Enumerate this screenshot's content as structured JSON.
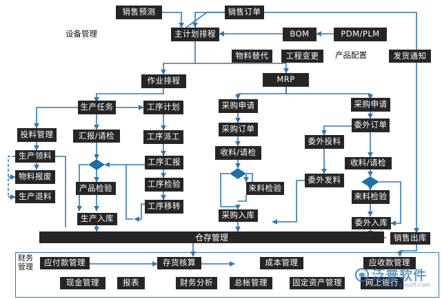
{
  "nodes": {
    "sales_forecast": "销售预测",
    "sales_order": "销售订单",
    "equipment_mgmt": "设备管理",
    "master_schedule": "主计划排程",
    "bom": "BOM",
    "pdm_plm": "PDM/PLM",
    "material_substitute": "物料替代",
    "engineering_change": "工程变更",
    "product_config": "产品配置",
    "shipping_notice": "发货通知",
    "job_scheduling": "作业排程",
    "mrp": "MRP",
    "production_task": "生产任务",
    "process_plan": "工序计划",
    "purchase_request_1": "采购申请",
    "purchase_request_2": "采购申请",
    "feed_mgmt": "投料管理",
    "report_check": "汇报/请检",
    "process_dispatch": "工序派工",
    "purchase_order": "采购订单",
    "outsource_order": "委外订单",
    "outsource_feed": "委外投料",
    "production_picking": "生产领料",
    "receive_check_1": "收料/请检",
    "receive_check_2": "收料/请检",
    "process_report": "工序汇报",
    "material_scrap": "物料报废",
    "product_inspection": "产品检验",
    "incoming_inspection_1": "来料检验",
    "outsource_dispatch": "委外发料",
    "process_inspection": "工序检验",
    "production_return": "生产退料",
    "incoming_inspection_2": "来料检验",
    "process_transfer": "工序移转",
    "production_warehousing": "生产入库",
    "purchase_warehousing": "采购入库",
    "outsource_warehousing": "委外入库",
    "warehouse_mgmt": "仓存管理",
    "sales_outbound": "销售出库"
  },
  "finance": {
    "title": "财务管理",
    "payables": "应付款管理",
    "inventory_accounting": "存货核算",
    "cost_mgmt": "成本管理",
    "receivables": "应收款管理",
    "cash_mgmt": "现金管理",
    "reports": "报表",
    "financial_analysis": "财务分析",
    "general_ledger": "总帐管理",
    "fixed_assets": "固定资产管理",
    "online_banking": "网上银行"
  },
  "colors": {
    "box": "#262626",
    "arrow": "#2c79b5",
    "diamond": "#1f6fa8",
    "text_on_box": "#ffffff"
  }
}
